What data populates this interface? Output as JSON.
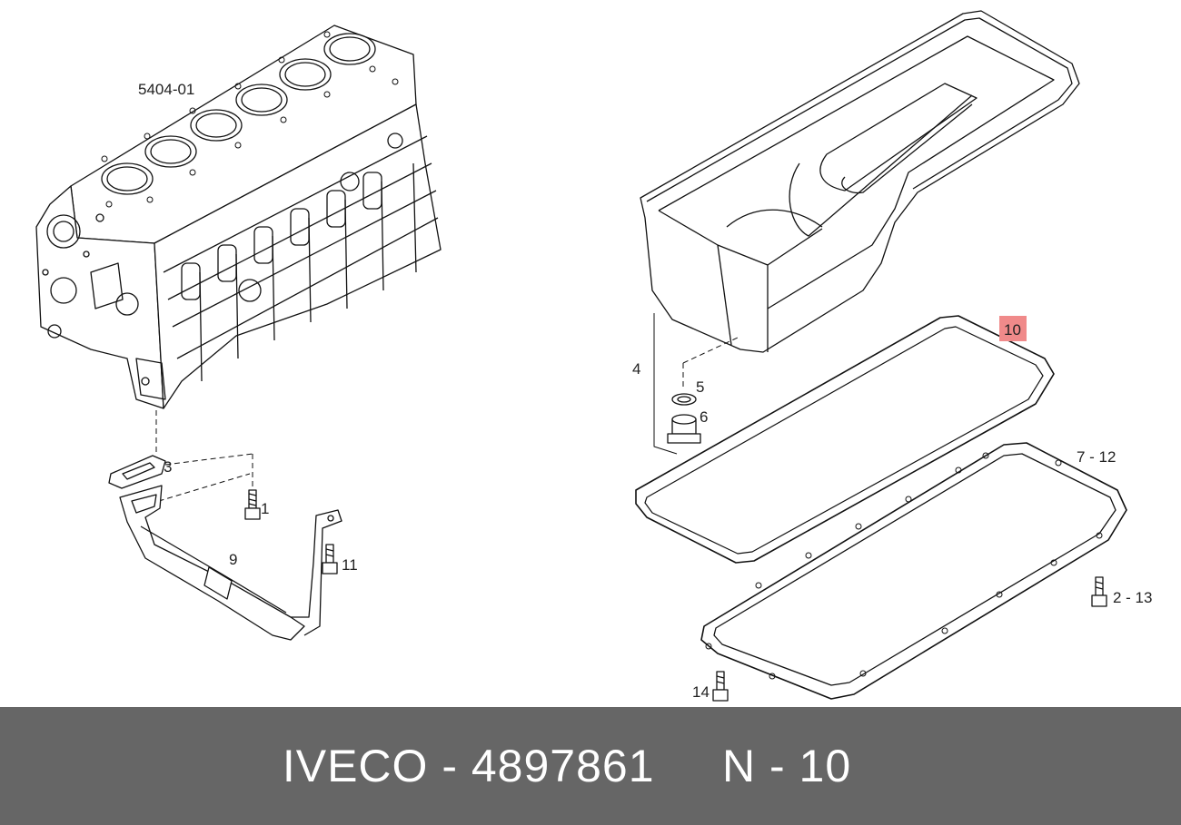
{
  "diagram": {
    "labels": {
      "engine_block": "5404-01",
      "l1": "1",
      "l3": "3",
      "l4": "4",
      "l5": "5",
      "l6": "6",
      "l9": "9",
      "l10": "10",
      "l11": "11",
      "l7_12": "7 - 12",
      "l2_13": "2 - 13",
      "l14": "14"
    },
    "highlight_color": "#f08a8a"
  },
  "footer": {
    "text": "IVECO - 4897861     N - 10",
    "background": "#666666",
    "text_color": "#ffffff"
  }
}
